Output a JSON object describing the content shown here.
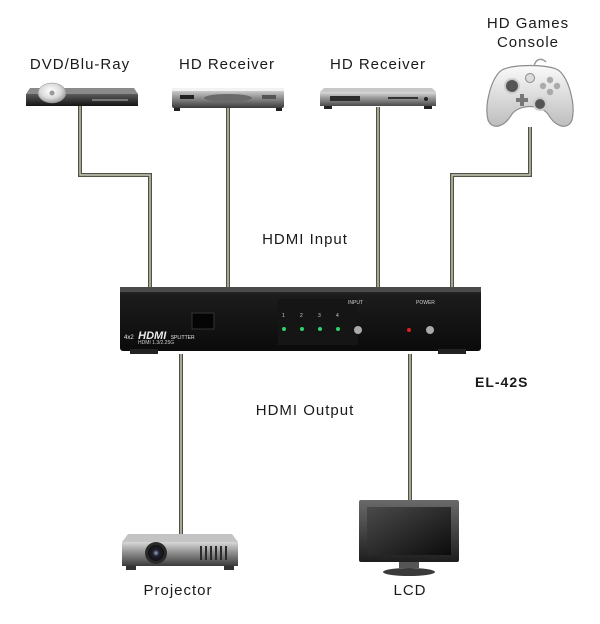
{
  "devices": {
    "dvd": {
      "label": "DVD/Blu-Ray"
    },
    "receiver_1": {
      "label": "HD Receiver"
    },
    "receiver_2": {
      "label": "HD Receiver"
    },
    "games": {
      "label_line1": "HD Games",
      "label_line2": "Console"
    },
    "projector": {
      "label": "Projector"
    },
    "lcd": {
      "label": "LCD"
    }
  },
  "input_label": "HDMI Input",
  "output_label": "HDMI Output",
  "splitter": {
    "model": "EL-42S",
    "brand_prefix": "4x2",
    "brand_main": "HDMI",
    "brand_suffix": "SPLITTER",
    "brand_sub": "HDMI 1.3/2.25G",
    "input_text": "INPUT",
    "power_text": "POWER",
    "port_numbers": [
      "1",
      "2",
      "3",
      "4"
    ]
  },
  "colors": {
    "cable": "#5a5f4a",
    "cable_core": "#c9cbbc",
    "led_green": "#2fd16a",
    "led_red": "#e02020"
  }
}
